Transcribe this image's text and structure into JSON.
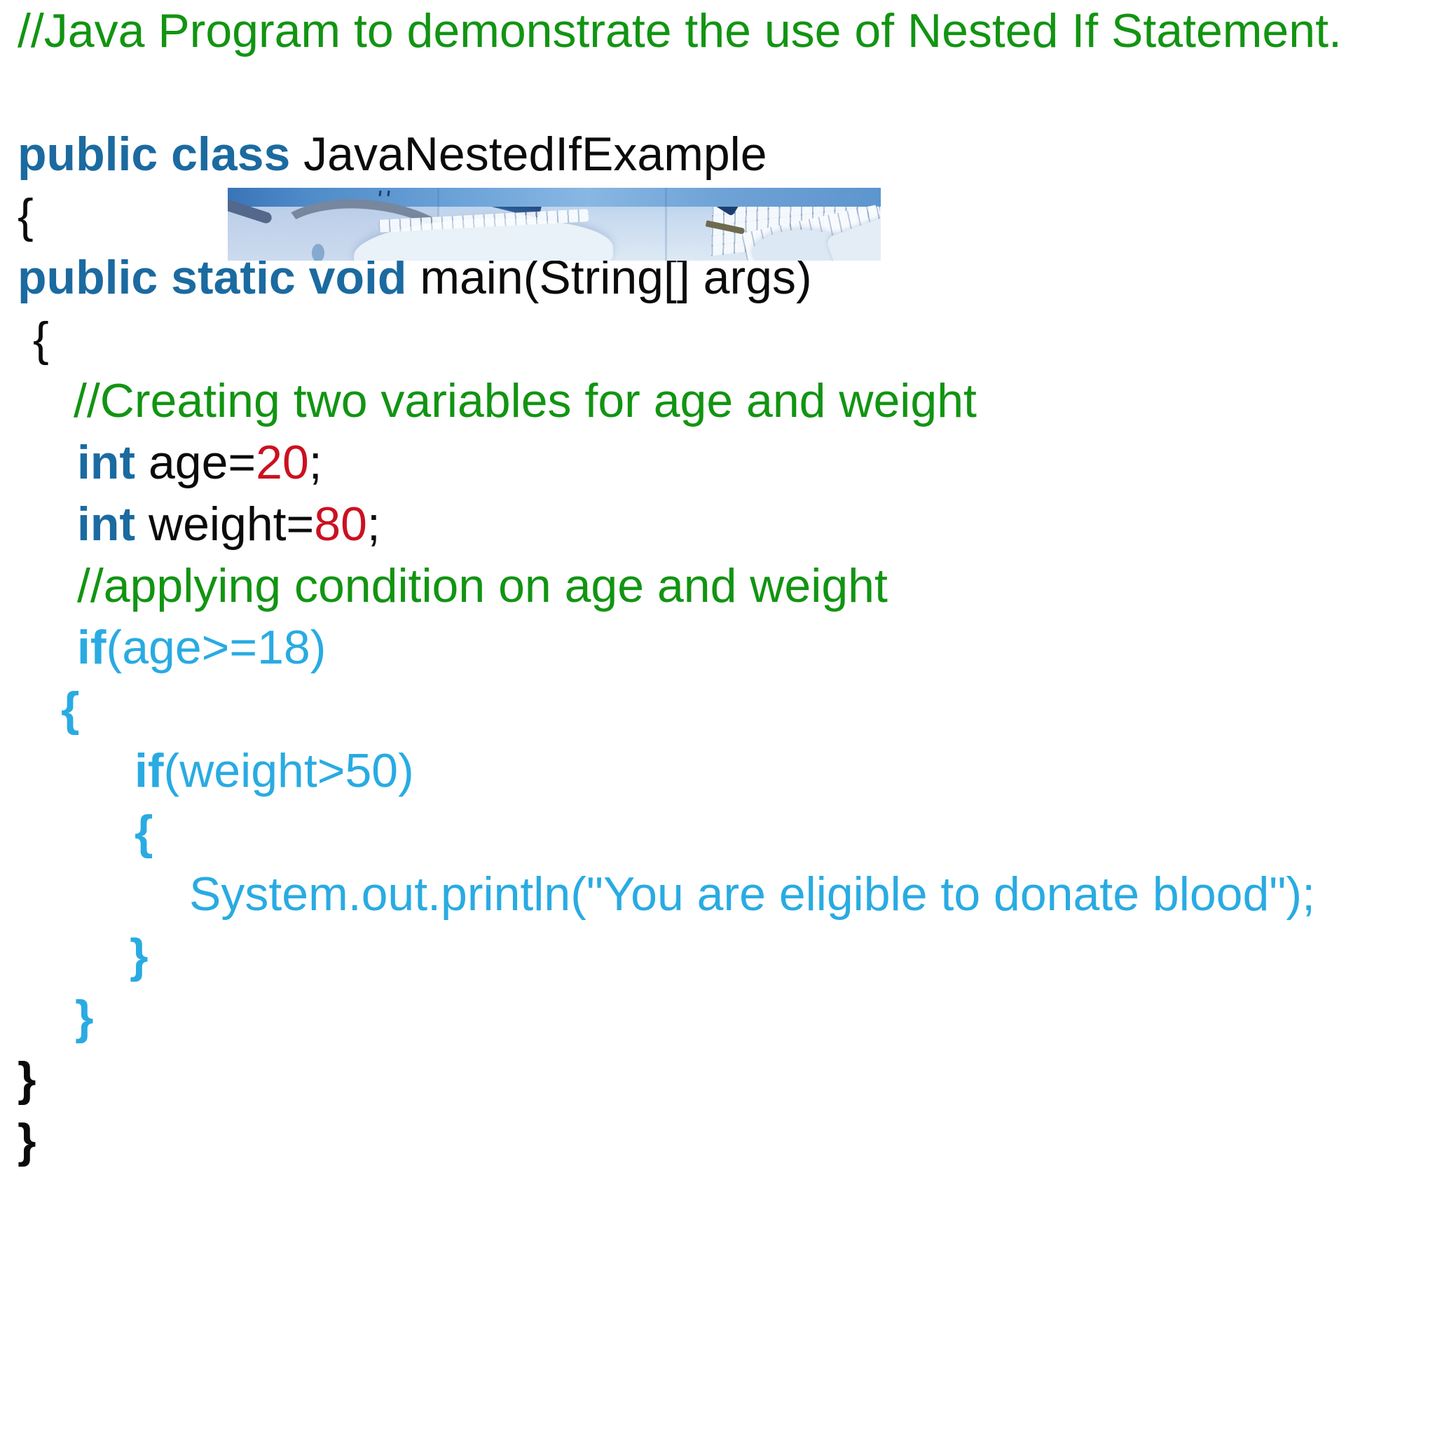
{
  "slide": {
    "background": "#ffffff"
  },
  "colors": {
    "comment": "#129412",
    "keyword": "#1b6aa0",
    "plain": "#0b0b0b",
    "number": "#cb1120",
    "blue": "#29abe2"
  },
  "code": {
    "language": "java",
    "lines": [
      {
        "indent": 25,
        "tokens": [
          {
            "text": "//Java Program to demonstrate the use of Nested If Statement.",
            "style": "comment"
          }
        ]
      },
      {
        "indent": 25,
        "tokens": []
      },
      {
        "indent": 25,
        "tokens": [
          {
            "text": "public class ",
            "style": "keyword"
          },
          {
            "text": "JavaNestedIfExample",
            "style": "plain"
          }
        ]
      },
      {
        "indent": 25,
        "tokens": [
          {
            "text": "{",
            "style": "plain"
          }
        ]
      },
      {
        "indent": 25,
        "tokens": [
          {
            "text": "public static void ",
            "style": "keyword"
          },
          {
            "text": "main(String[] args)",
            "style": "plain"
          }
        ]
      },
      {
        "indent": 47,
        "tokens": [
          {
            "text": "{",
            "style": "plain"
          }
        ]
      },
      {
        "indent": 105,
        "tokens": [
          {
            "text": "//Creating two variables for age and weight",
            "style": "comment"
          }
        ]
      },
      {
        "indent": 110,
        "tokens": [
          {
            "text": "int ",
            "style": "keyword"
          },
          {
            "text": "age=",
            "style": "plain"
          },
          {
            "text": "20",
            "style": "number"
          },
          {
            "text": ";",
            "style": "plain"
          }
        ]
      },
      {
        "indent": 110,
        "tokens": [
          {
            "text": "int ",
            "style": "keyword"
          },
          {
            "text": "weight=",
            "style": "plain"
          },
          {
            "text": "80",
            "style": "number"
          },
          {
            "text": ";",
            "style": "plain"
          }
        ]
      },
      {
        "indent": 110,
        "tokens": [
          {
            "text": "//applying condition on age and weight",
            "style": "comment"
          }
        ]
      },
      {
        "indent": 110,
        "tokens": [
          {
            "text": "if",
            "style": "blue-bold"
          },
          {
            "text": "(age>=18)",
            "style": "blue"
          }
        ]
      },
      {
        "indent": 87,
        "tokens": [
          {
            "text": "{",
            "style": "blue-bold"
          }
        ]
      },
      {
        "indent": 192,
        "tokens": [
          {
            "text": "if",
            "style": "blue-bold"
          },
          {
            "text": "(weight>50)",
            "style": "blue"
          }
        ]
      },
      {
        "indent": 192,
        "tokens": [
          {
            "text": "{",
            "style": "blue-bold"
          }
        ]
      },
      {
        "indent": 270,
        "tokens": [
          {
            "text": "System.out.println(\"You are eligible to donate blood\");",
            "style": "blue"
          }
        ]
      },
      {
        "indent": 185,
        "tokens": [
          {
            "text": "}",
            "style": "blue-bold"
          }
        ]
      },
      {
        "indent": 107,
        "tokens": [
          {
            "text": "}",
            "style": "blue-bold"
          }
        ]
      },
      {
        "indent": 25,
        "tokens": [
          {
            "text": "}",
            "style": "plain-bold"
          }
        ]
      },
      {
        "indent": 25,
        "tokens": [
          {
            "text": "}",
            "style": "plain-bold"
          }
        ]
      }
    ]
  },
  "photo": {
    "description": "blue-toned photo strip of computer keyboards and mouse"
  }
}
